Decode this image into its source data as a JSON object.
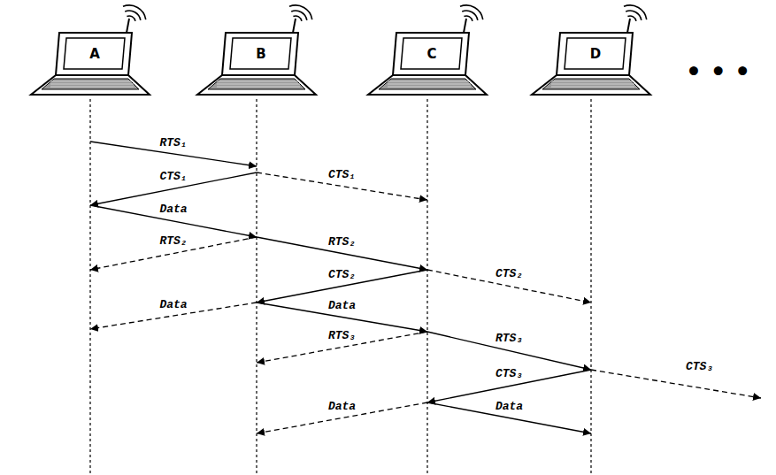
{
  "diagram": {
    "nodes": [
      {
        "text": [
          "A"
        ]
      },
      {
        "text": [
          "B"
        ]
      },
      {
        "text": [
          "C"
        ]
      },
      {
        "text": [
          "D"
        ]
      }
    ],
    "edges": [
      {
        "from": 0,
        "to": 1,
        "label": "RTS₁",
        "arrow": "to"
      },
      {
        "from": 1,
        "to": 0,
        "label": "CTS₁",
        "arrow": "to"
      },
      {
        "from": 1,
        "to": 2,
        "label": "CTS₁",
        "arrow": "to"
      },
      {
        "from": 0,
        "to": 1,
        "label": "Data",
        "arrow": "to"
      },
      {
        "from": 1,
        "to": 0,
        "label": "RTS₂",
        "arrow": "to"
      },
      {
        "from": 1,
        "to": 2,
        "label": "RTS₂",
        "arrow": "to"
      },
      {
        "from": 2,
        "to": 1,
        "label": "CTS₂",
        "arrow": "to"
      },
      {
        "from": 2,
        "to": 3,
        "label": "CTS₂",
        "arrow": "to"
      },
      {
        "from": 1,
        "to": 0,
        "label": "Data",
        "arrow": "to"
      },
      {
        "from": 1,
        "to": 2,
        "label": "Data",
        "arrow": "to"
      },
      {
        "from": 2,
        "to": 1,
        "label": "RTS₃",
        "arrow": "to"
      },
      {
        "from": 2,
        "to": 3,
        "label": "RTS₃",
        "arrow": "to"
      },
      {
        "from": 3,
        "to": 2,
        "label": "CTS₃",
        "arrow": "to"
      },
      {
        "from": 2,
        "to": 1,
        "label": "Data",
        "arrow": "to"
      },
      {
        "from": 2,
        "to": 3,
        "label": "Data",
        "arrow": "to"
      }
    ],
    "labels": [
      "CTS₃",
      "• • •"
    ]
  }
}
